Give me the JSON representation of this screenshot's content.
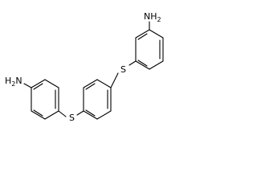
{
  "structure": {
    "amine_top": {
      "symbol": "N",
      "hydrogen": "H",
      "hcount": "2"
    },
    "amine_left": {
      "prefix": "H",
      "hcount": "2",
      "symbol": "N"
    },
    "sulfur_right": {
      "symbol": "S"
    },
    "sulfur_left": {
      "symbol": "S"
    }
  },
  "colors": {
    "bond": "#000000",
    "label": "#000000",
    "background": "#ffffff"
  }
}
